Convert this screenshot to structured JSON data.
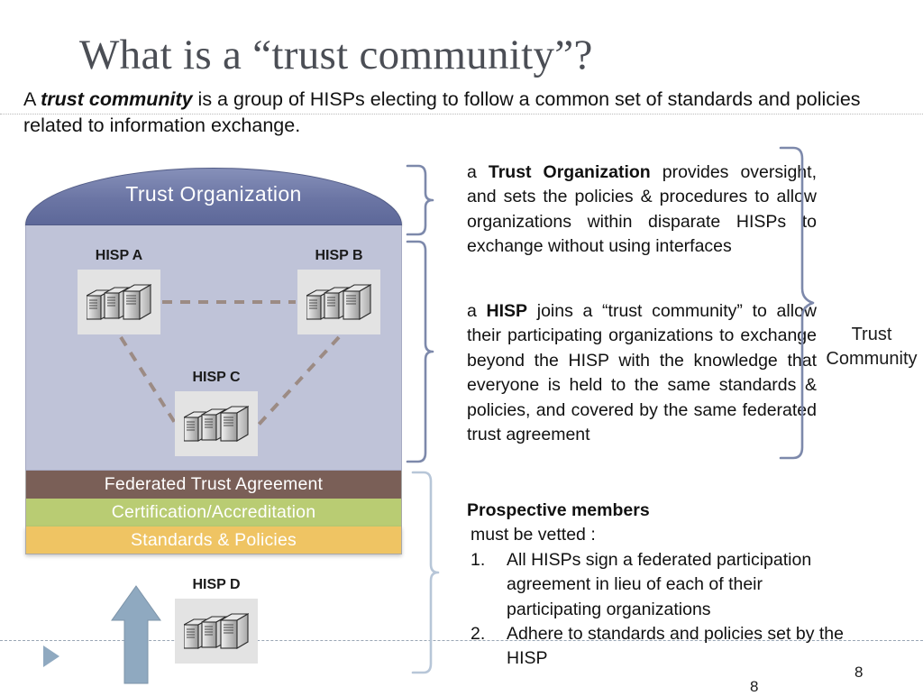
{
  "slide": {
    "title": "What is a “trust community”?",
    "intro_prefix": "A ",
    "intro_bold": "trust community",
    "intro_suffix": " is a group of HISPs electing to follow a common set of standards and policies related to information exchange.",
    "page_number": "8",
    "page_number_ghost": "8"
  },
  "diagram": {
    "dome_label": "Trust Organization",
    "bands": [
      {
        "label": "Federated Trust Agreement",
        "color": "#7a5f57"
      },
      {
        "label": "Certification/Accreditation",
        "color": "#b9cc73"
      },
      {
        "label": "Standards & Policies",
        "color": "#efc463"
      }
    ],
    "nodes": [
      {
        "id": "hispA",
        "label": "HISP A",
        "icon": "servers-icon"
      },
      {
        "id": "hispB",
        "label": "HISP B",
        "icon": "servers-icon"
      },
      {
        "id": "hispC",
        "label": "HISP C",
        "icon": "servers-icon"
      },
      {
        "id": "hispD",
        "label": "HISP D",
        "icon": "servers-icon"
      }
    ],
    "arrow": "up-arrow-icon",
    "colors": {
      "dome": "#6b75a4",
      "panel": "#bfc3d8",
      "connector": "#9c8b84",
      "arrow": "#8fa9c0",
      "brace": "#7d89ab"
    }
  },
  "callouts": {
    "para1": {
      "lead": "a ",
      "bold": "Trust Organization",
      "rest": " provides oversight, and sets the policies & procedures to allow organizations within disparate HISPs to exchange without using interfaces"
    },
    "para2": {
      "lead": "a ",
      "bold": "HISP",
      "rest": " joins a “trust community” to allow their participating organizations to exchange beyond the HISP with the knowledge that everyone is held to the same standards & policies, and covered by the same federated trust agreement"
    },
    "trust_community_label_line1": "Trust",
    "trust_community_label_line2": "Community"
  },
  "prospective": {
    "heading": "Prospective members",
    "subheading": " must be vetted :",
    "items": [
      {
        "num": "1.",
        "text": "All HISPs sign a federated participation agreement in lieu of each of their participating organizations"
      },
      {
        "num": "2.",
        "text": "Adhere to standards and policies set by the HISP"
      }
    ]
  }
}
